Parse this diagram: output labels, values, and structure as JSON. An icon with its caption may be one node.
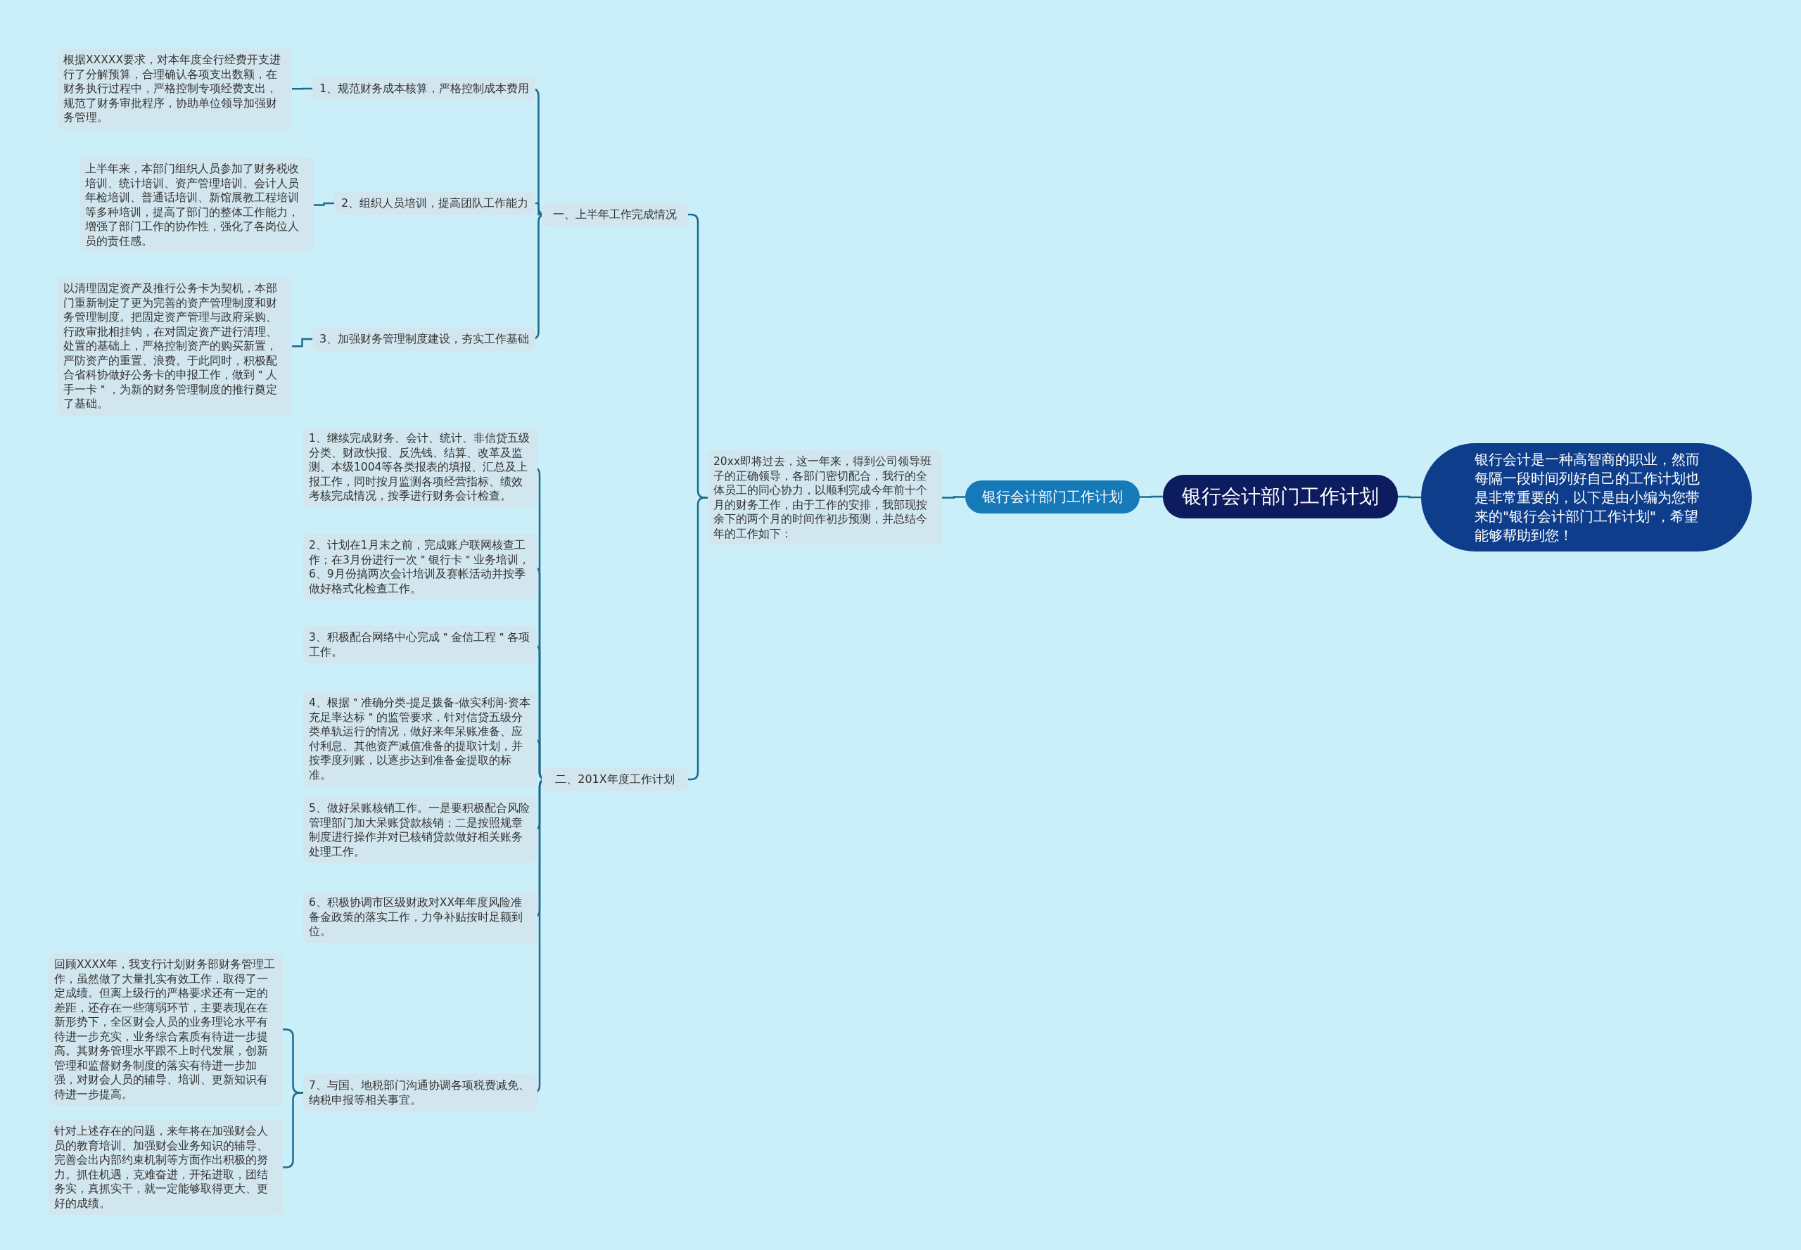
{
  "diagram": {
    "nodes": [
      {
        "text": [
          "银行会计部门工作计划"
        ]
      },
      {
        "text": [
          "银行会计是一种高智商的职业，然而每隔一段时间列好自己的工作计划也是非常重要的，以下是由小编为您带来的\"银行会计部门工作计划\"，希望能够帮助到您！"
        ]
      },
      {
        "text": [
          "银行会计部门工作计划"
        ]
      },
      {
        "text": [
          "20xx即将过去，这一年来，得到公司领导班子的正确领导，各部门密切配合，我行的全体员工的同心协力，以顺利完成今年前十个月的财务工作，由于工作的安排，我部现按余下的两个月的时间作初步预测，并总结今年的工作如下："
        ]
      },
      {
        "text": [
          "一、上半年工作完成情况"
        ]
      },
      {
        "text": [
          "1、规范财务成本核算，严格控制成本费用"
        ]
      },
      {
        "text": [
          "根据XXXXX要求，对本年度全行经费开支进行了分解预算，合理确认各项支出数额，在财务执行过程中，严格控制专项经费支出，规范了财务审批程序，协助单位领导加强财务管理。"
        ]
      },
      {
        "text": [
          "2、组织人员培训，提高团队工作能力"
        ]
      },
      {
        "text": [
          "上半年来，本部门组织人员参加了财务税收培训、统计培训、资产管理培训、会计人员年检培训、普通话培训、新馆展教工程培训等多种培训，提高了部门的整体工作能力，增强了部门工作的协作性，强化了各岗位人员的责任感。"
        ]
      },
      {
        "text": [
          "3、加强财务管理制度建设，夯实工作基础"
        ]
      },
      {
        "text": [
          "以清理固定资产及推行公务卡为契机，本部门重新制定了更为完善的资产管理制度和财务管理制度。把固定资产管理与政府采购、行政审批相挂钩，在对固定资产进行清理、处置的基础上，严格控制资产的购买新置，严防资产的重置、浪费。于此同时，积极配合省科协做好公务卡的申报工作，做到＂人手一卡＂，为新的财务管理制度的推行奠定了基础。"
        ]
      },
      {
        "text": [
          "二、201X年度工作计划"
        ]
      },
      {
        "text": [
          "1、继续完成财务、会计、统计、非信贷五级分类、财政快报、反洗钱、结算、改革及监测、本级1004等各类报表的填报、汇总及上报工作，同时按月监测各项经营指标、绩效考核完成情况，按季进行财务会计检查。"
        ]
      },
      {
        "text": [
          "2、计划在1月末之前，完成账户联网核查工作；在3月份进行一次＂银行卡＂业务培训，6、9月份搞两次会计培训及赛帐活动并按季做好格式化检查工作。"
        ]
      },
      {
        "text": [
          "3、积极配合网络中心完成＂金信工程＂各项工作。"
        ]
      },
      {
        "text": [
          "4、根据＂准确分类-提足拨备-做实利润-资本充足率达标＂的监管要求，针对信贷五级分类单轨运行的情况，做好来年呆账准备、应付利息、其他资产减值准备的提取计划，并按季度列账，以逐步达到准备金提取的标准。"
        ]
      },
      {
        "text": [
          "5、做好呆账核销工作。一是要积极配合风险管理部门加大呆账贷款核销；二是按照规章制度进行操作并对已核销贷款做好相关账务处理工作。"
        ]
      },
      {
        "text": [
          "6、积极协调市区级财政对XX年年度风险准备金政策的落实工作，力争补贴按时足额到位。"
        ]
      },
      {
        "text": [
          "7、与国、地税部门沟通协调各项税费减免、纳税申报等相关事宜。"
        ]
      },
      {
        "text": [
          "回顾XXXX年，我支行计划财务部财务管理工作，虽然做了大量扎实有效工作，取得了一定成绩。但离上级行的严格要求还有一定的差距，还存在一些薄弱环节，主要表现在在新形势下，全区财会人员的业务理论水平有待进一步充实，业务综合素质有待进一步提高。其财务管理水平跟不上时代发展，创新管理和监督财务制度的落实有待进一步加强，对财会人员的辅导、培训、更新知识有待进一步提高。"
        ]
      },
      {
        "text": [
          "针对上述存在的问题，来年将在加强财会人员的教育培训、加强财会业务知识的辅导、完善会出内部约束机制等方面作出积极的努力。抓住机遇，克难奋进，开拓进取，团结务实，真抓实干，就一定能够取得更大、更好的成绩。"
        ]
      }
    ],
    "edges": [
      {
        "from": 0,
        "to": 1,
        "arrow": "none"
      },
      {
        "from": 0,
        "to": 2,
        "arrow": "none"
      },
      {
        "from": 2,
        "to": 3,
        "arrow": "none"
      },
      {
        "from": 3,
        "to": 4,
        "arrow": "none"
      },
      {
        "from": 3,
        "to": 11,
        "arrow": "none"
      },
      {
        "from": 4,
        "to": 5,
        "arrow": "none"
      },
      {
        "from": 4,
        "to": 7,
        "arrow": "none"
      },
      {
        "from": 4,
        "to": 9,
        "arrow": "none"
      },
      {
        "from": 5,
        "to": 6,
        "arrow": "none"
      },
      {
        "from": 7,
        "to": 8,
        "arrow": "none"
      },
      {
        "from": 9,
        "to": 10,
        "arrow": "none"
      },
      {
        "from": 11,
        "to": 12,
        "arrow": "none"
      },
      {
        "from": 11,
        "to": 13,
        "arrow": "none"
      },
      {
        "from": 11,
        "to": 14,
        "arrow": "none"
      },
      {
        "from": 11,
        "to": 15,
        "arrow": "none"
      },
      {
        "from": 11,
        "to": 16,
        "arrow": "none"
      },
      {
        "from": 11,
        "to": 17,
        "arrow": "none"
      },
      {
        "from": 11,
        "to": 18,
        "arrow": "none"
      },
      {
        "from": 18,
        "to": 19,
        "arrow": "none"
      },
      {
        "from": 18,
        "to": 20,
        "arrow": "none"
      }
    ]
  }
}
